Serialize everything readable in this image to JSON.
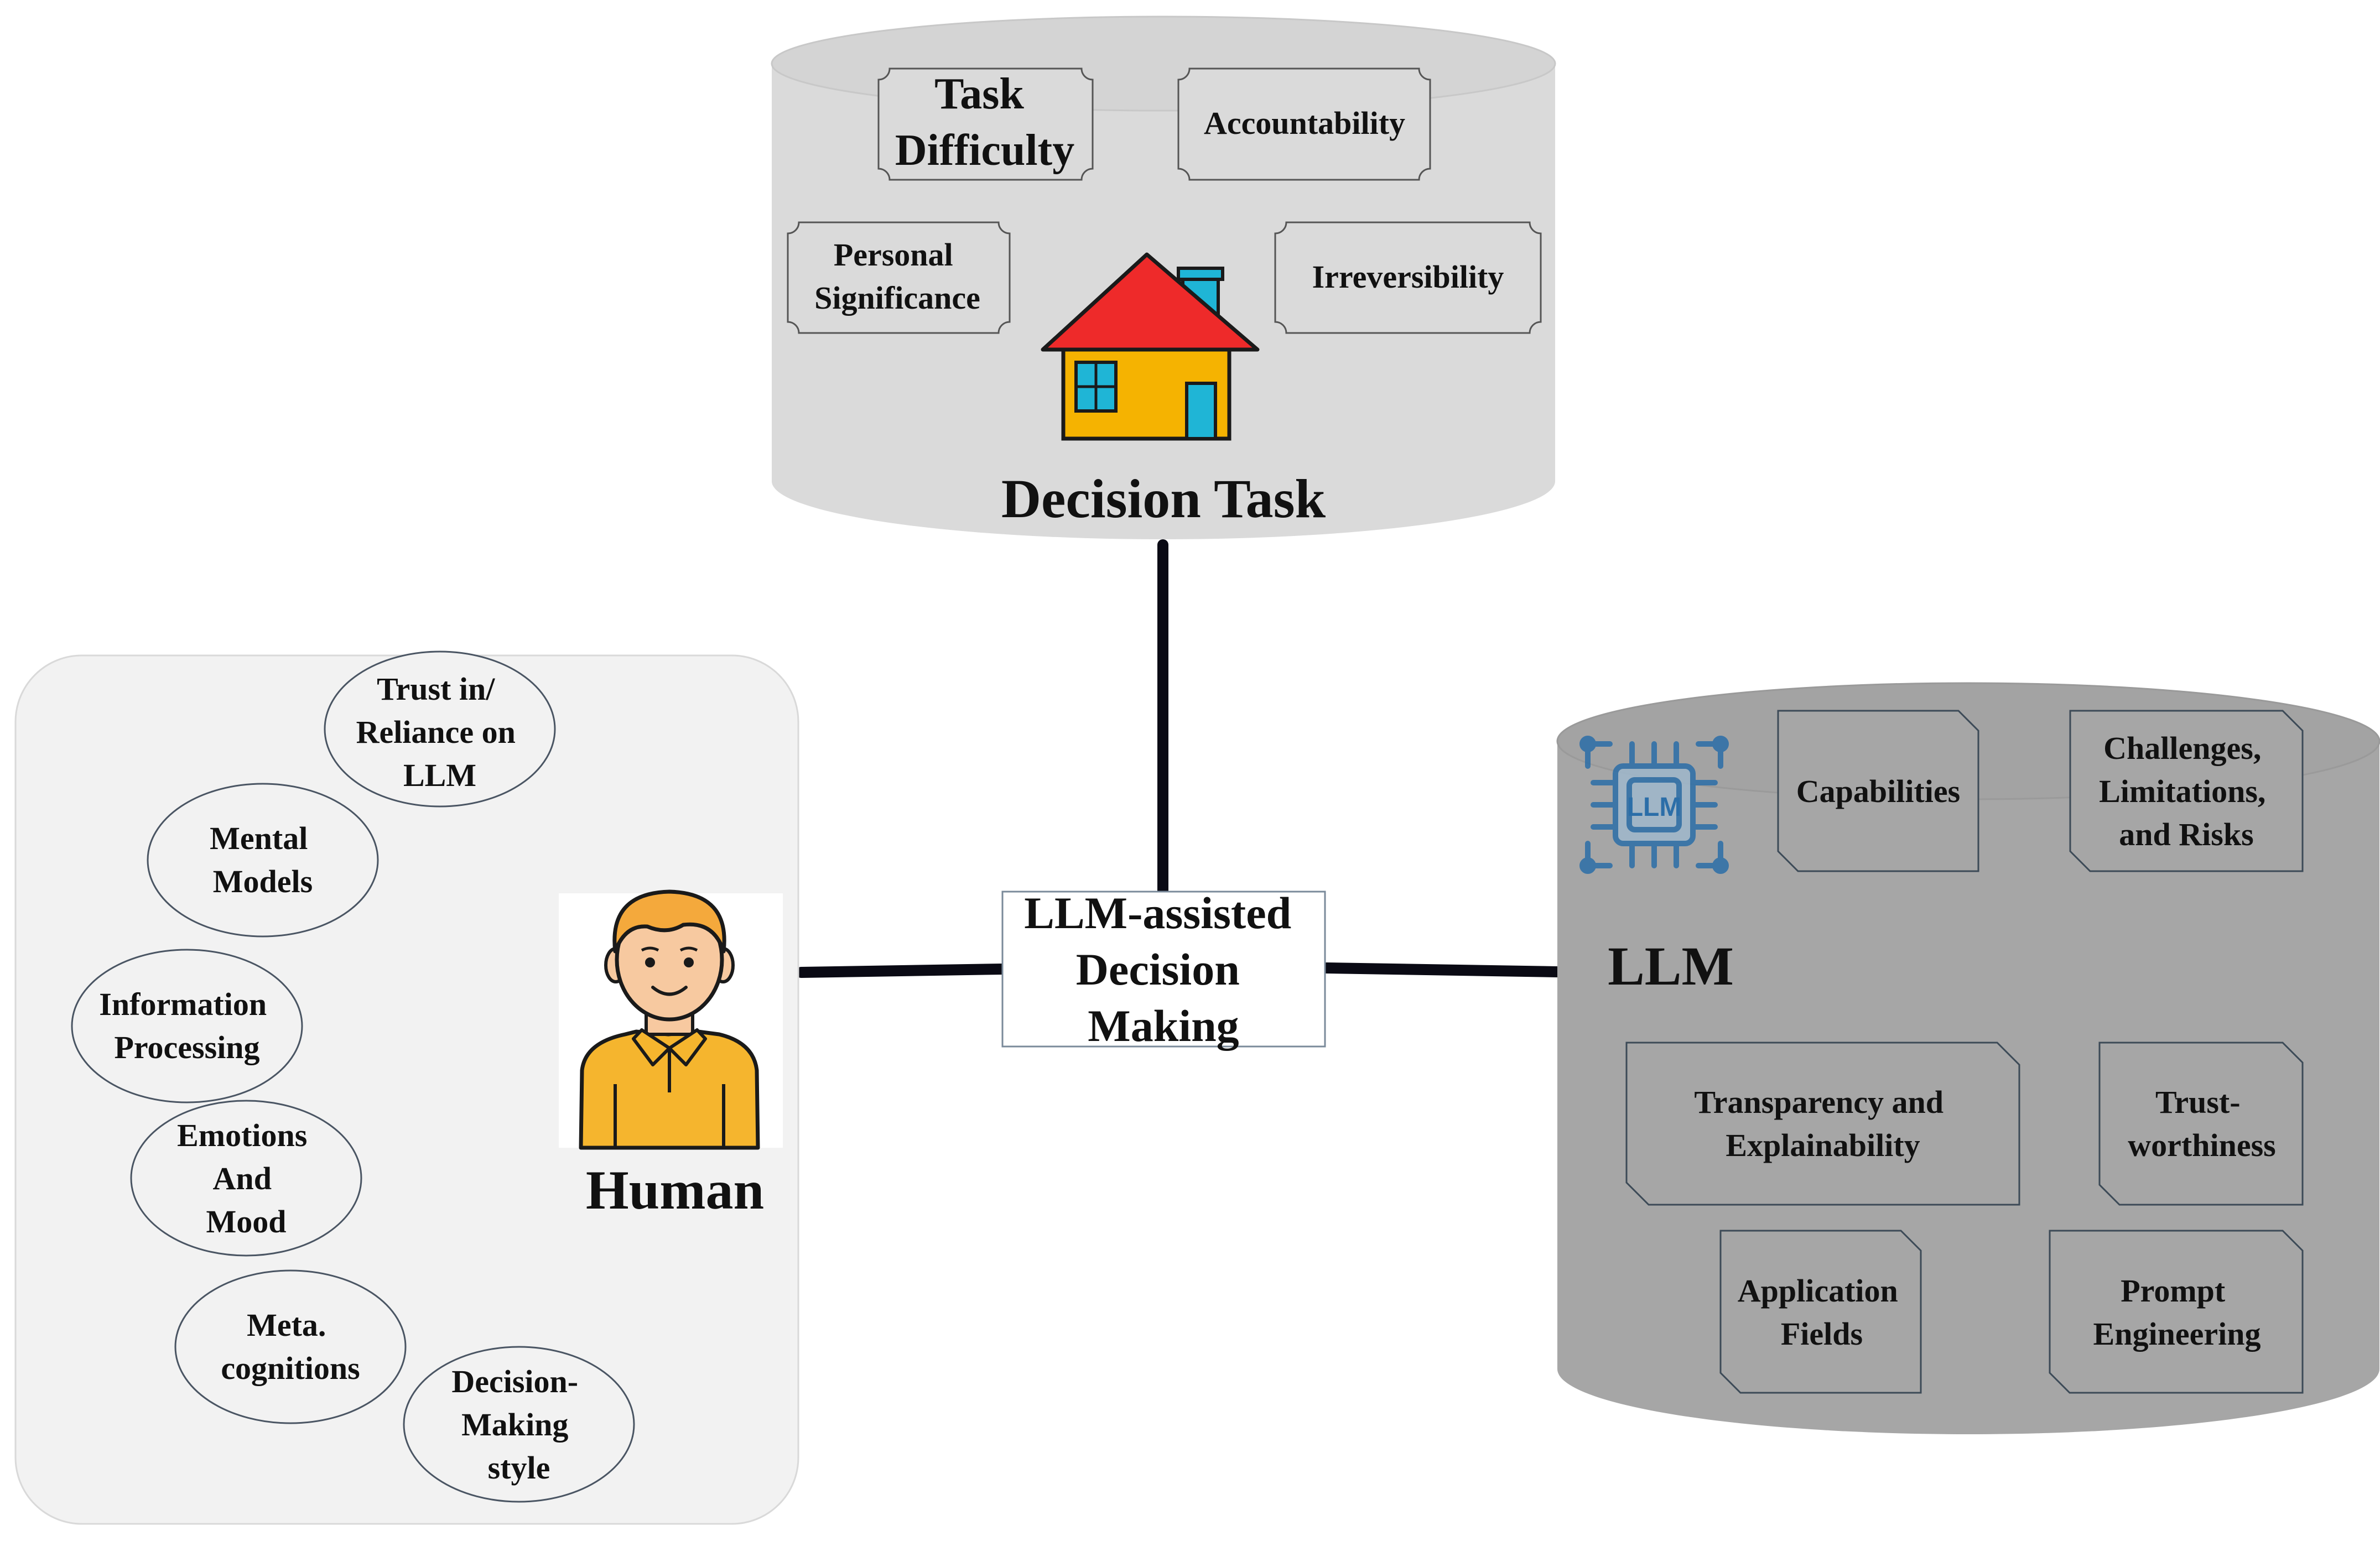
{
  "decision_task": {
    "title": "Decision Task",
    "factors": {
      "task_difficulty": [
        "Task",
        "Difficulty"
      ],
      "accountability": [
        "Accountability"
      ],
      "personal_significance": [
        "Personal",
        "Significance"
      ],
      "irreversibility": [
        "Irreversibility"
      ]
    }
  },
  "center": {
    "label": [
      "LLM-assisted",
      "Decision",
      "Making"
    ]
  },
  "human": {
    "title": "Human",
    "factors": {
      "trust": [
        "Trust in/",
        "Reliance on",
        "LLM"
      ],
      "mental_models": [
        "Mental",
        "Models"
      ],
      "information_processing": [
        "Information",
        "Processing"
      ],
      "emotions": [
        "Emotions",
        "And",
        "Mood"
      ],
      "metacognitions": [
        "Meta.",
        "cognitions"
      ],
      "decision_style": [
        "Decision-",
        "Making",
        "style"
      ]
    }
  },
  "llm": {
    "title": "LLM",
    "chip_label": "LLM",
    "factors": {
      "capabilities": [
        "Capabilities"
      ],
      "challenges": [
        "Challenges,",
        "Limitations,",
        "and Risks"
      ],
      "transparency": [
        "Transparency and",
        "Explainability"
      ],
      "trustworthiness": [
        "Trust-",
        "worthiness"
      ],
      "application_fields": [
        "Application",
        "Fields"
      ],
      "prompt_engineering": [
        "Prompt",
        "Engineering"
      ]
    }
  },
  "colors": {
    "task_cylinder": "#dadada",
    "llm_cylinder": "#a6a6a6",
    "human_panel": "#f2f2f2",
    "connector": "#0a0a14",
    "roof": "#ee2a2a",
    "house_wall": "#f5b301",
    "house_accent": "#1fb5d6",
    "shirt": "#f5b52e",
    "hair": "#f4a93c",
    "chip": "#2b6ea8"
  }
}
